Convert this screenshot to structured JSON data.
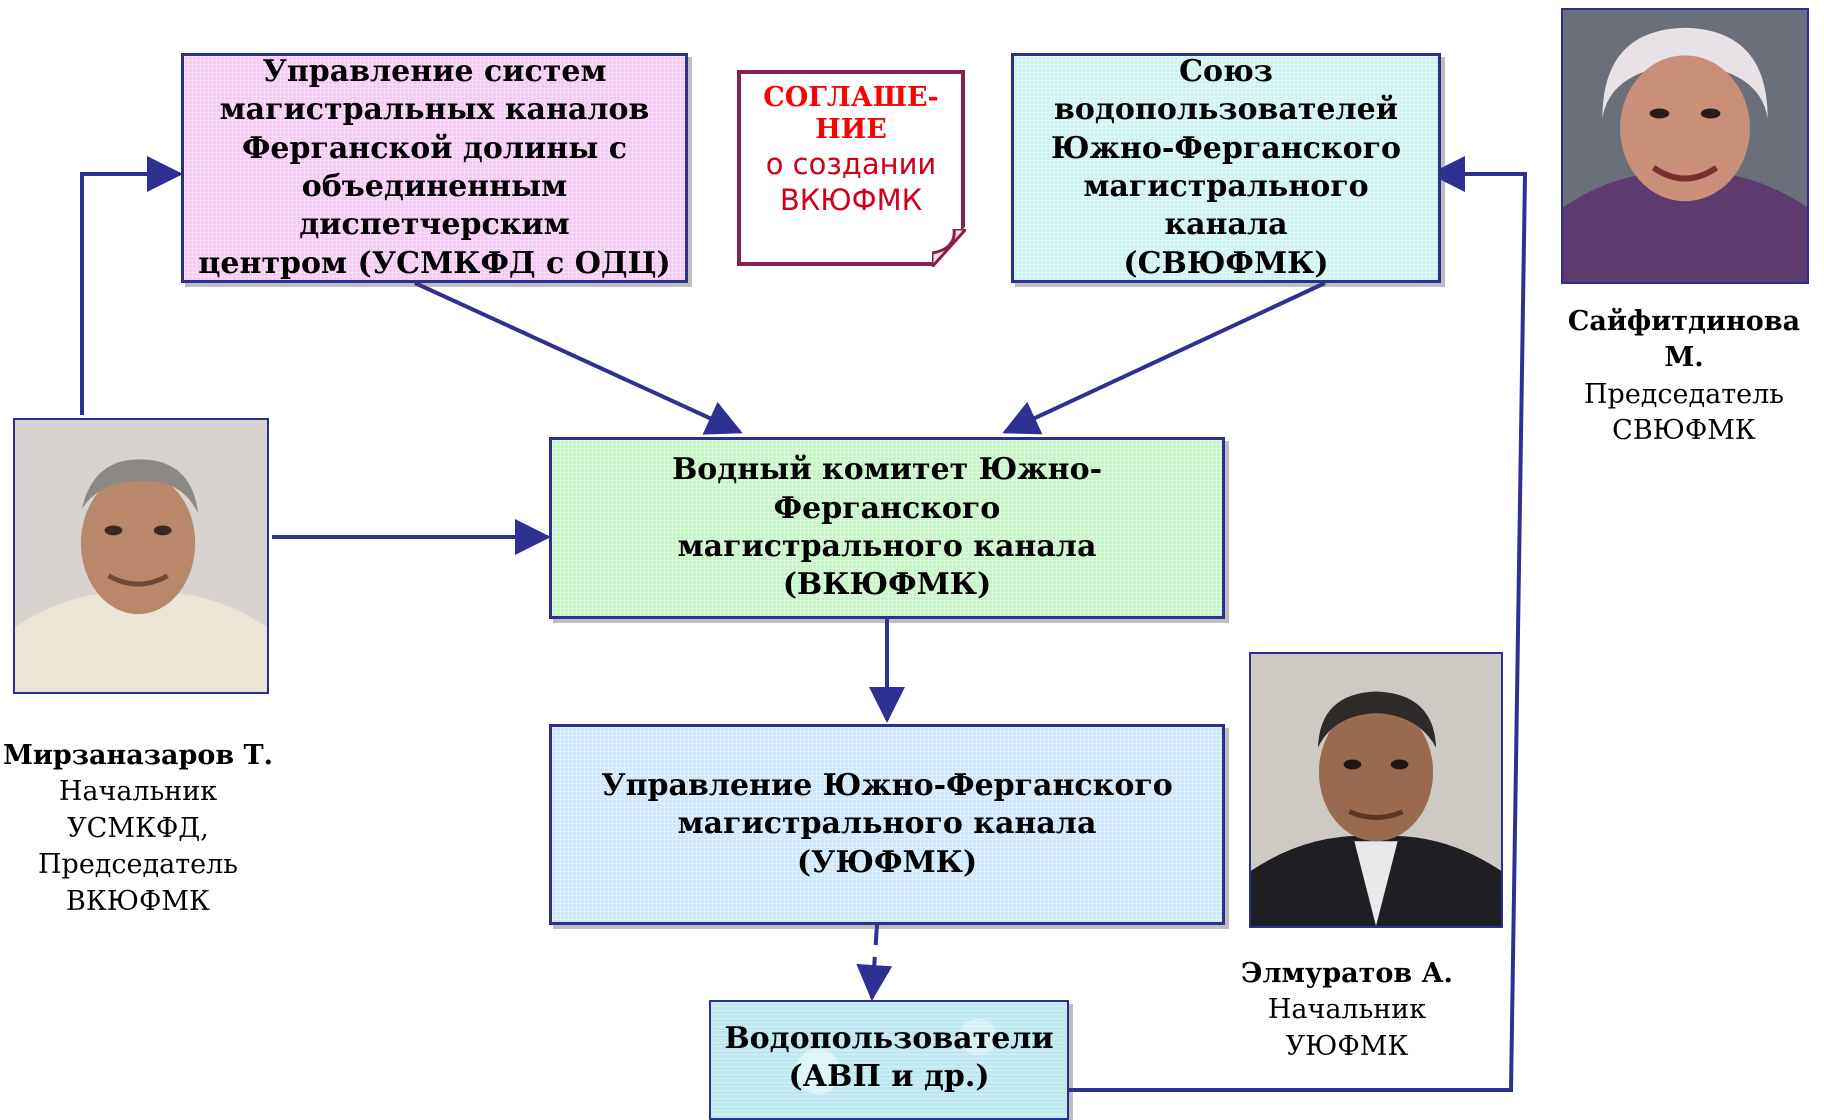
{
  "boxes": {
    "usmkfd": [
      "Управление систем",
      "магистральных каналов",
      "Ферганской долины с",
      "объединенным диспетчерским",
      "центром (УСМКФД с ОДЦ)"
    ],
    "svyufmk": [
      "Союз водопользователей",
      "Южно-Ферганского",
      "магистрального канала",
      "(СВЮФМК)"
    ],
    "vkyufmk": [
      "Водный комитет Южно-Ферганского",
      "магистрального канала",
      "(ВКЮФМК)"
    ],
    "uyufmk": [
      "Управление Южно-Ферганского",
      "магистрального канала",
      "(УЮФМК)"
    ],
    "users": [
      "Водопользователи",
      "(АВП и др.)"
    ]
  },
  "agreement": {
    "title": [
      "СОГЛАШЕ-",
      "НИЕ"
    ],
    "body": [
      "о создании",
      "ВКЮФМК"
    ]
  },
  "people": {
    "left": {
      "name": "Мирзаназаров Т.",
      "roles": [
        "Начальник",
        "УСМКФД,",
        "Председатель",
        "ВКЮФМК"
      ]
    },
    "right": {
      "name": "Сайфитдинова М.",
      "roles": [
        "Председатель",
        "СВЮФМК"
      ]
    },
    "middle": {
      "name": "Элмуратов А.",
      "roles": [
        "Начальник",
        "УЮФМК"
      ]
    }
  },
  "colors": {
    "connector": "#2e3192",
    "agreement_title": "#ff0000",
    "agreement_border": "#8a1e4e"
  }
}
